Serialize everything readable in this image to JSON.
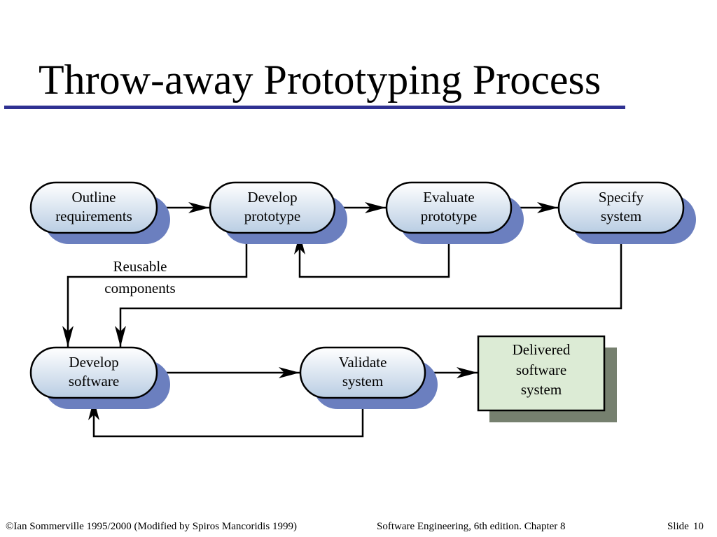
{
  "slide": {
    "title": "Throw-away Prototyping Process"
  },
  "diagram": {
    "nodes": [
      {
        "id": "outline",
        "lines": [
          "Outline",
          "requirements"
        ]
      },
      {
        "id": "develop-prototype",
        "lines": [
          "Develop",
          "prototype"
        ]
      },
      {
        "id": "evaluate",
        "lines": [
          "Evaluate",
          "prototype"
        ]
      },
      {
        "id": "specify",
        "lines": [
          "Specify",
          "system"
        ]
      },
      {
        "id": "develop-software",
        "lines": [
          "Develop",
          "software"
        ]
      },
      {
        "id": "validate",
        "lines": [
          "Validate",
          "system"
        ]
      },
      {
        "id": "delivered",
        "lines": [
          "Delivered",
          "software",
          "system"
        ]
      }
    ],
    "edge_label": [
      "Reusable",
      "components"
    ]
  },
  "colors": {
    "node_shadow": "#6b7fbf",
    "node_fill_light": "#ffffff",
    "node_fill_dark": "#b9cde3",
    "deliverable_shadow": "#76806f",
    "deliverable_fill": "#dcebd5",
    "title_rule": "#2f3192"
  },
  "footer": {
    "left": "©Ian Sommerville 1995/2000 (Modified by Spiros Mancoridis 1999)",
    "center": "Software Engineering, 6th edition. Chapter 8",
    "slide_label": "Slide",
    "slide_number": "10"
  }
}
